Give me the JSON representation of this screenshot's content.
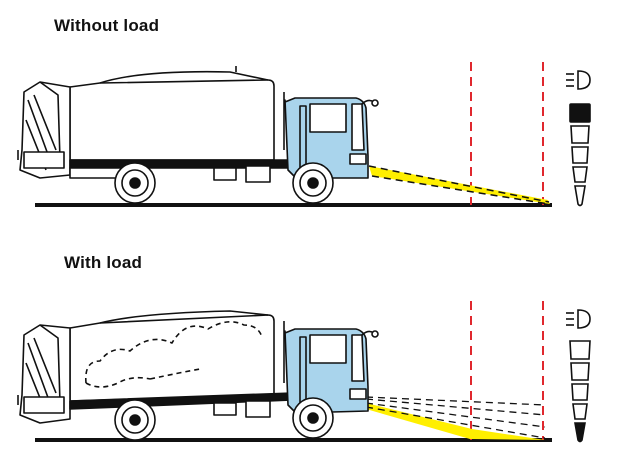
{
  "scenes": [
    {
      "title": "Without load",
      "loaded": false,
      "beam": "low",
      "level_step": 1
    },
    {
      "title": "With load",
      "loaded": true,
      "beam": "raised",
      "level_step": 5
    }
  ],
  "headlight_icon": "headlamp-leveling-icon",
  "level_steps": 5,
  "colors": {
    "cab": "#a9d4ec",
    "beam": "#ffef00",
    "marker_line": "#e0282e",
    "outline": "#111111"
  }
}
